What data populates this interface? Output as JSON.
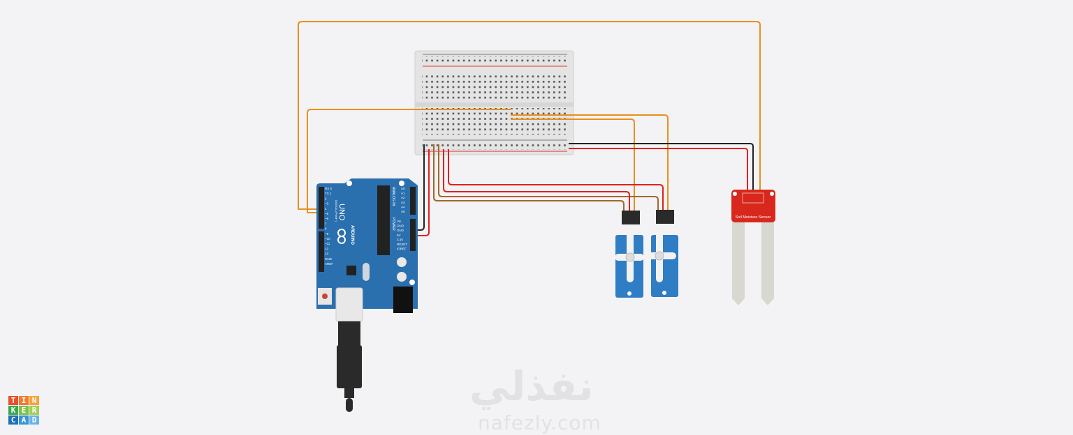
{
  "app": {
    "name": "Tinkercad"
  },
  "logo": {
    "letters": [
      "T",
      "I",
      "N",
      "K",
      "E",
      "R",
      "C",
      "A",
      "D"
    ],
    "colors": [
      "#e8502d",
      "#f27b32",
      "#f7a23c",
      "#3aa84f",
      "#7cc24a",
      "#a3cf52",
      "#1f6fb5",
      "#3b93d6",
      "#6bb2e6"
    ]
  },
  "arduino": {
    "model": "UNO",
    "brand": "ARDUINO",
    "digital_label": "DIGITAL (PWM~)",
    "analog_label": "ANALOG IN",
    "power_label": "POWER",
    "digital_pins": [
      "AREF",
      "GND",
      "13",
      "12",
      "~11",
      "~10",
      "~9",
      "8",
      "7",
      "~6",
      "~5",
      "4",
      "~3",
      "2",
      "TX 1",
      "RX 0"
    ],
    "power_pins": [
      "IOREF",
      "RESET",
      "3.3V",
      "5V",
      "GND",
      "GND",
      "Vin"
    ],
    "analog_pins": [
      "A0",
      "A1",
      "A2",
      "A3",
      "A4",
      "A5"
    ]
  },
  "sensor": {
    "label": "Soil Moisture Sensor"
  },
  "watermark": {
    "arabic": "نفذلي",
    "url": "nafezly.com"
  },
  "colors": {
    "background": "#f3f3f5",
    "wire_orange": "#e8901c",
    "wire_red": "#e02020",
    "wire_black": "#222222",
    "wire_brown": "#a0682c",
    "arduino_blue": "#2a6fae",
    "sensor_red": "#d8281e",
    "servo_blue": "#2f7dc4"
  }
}
